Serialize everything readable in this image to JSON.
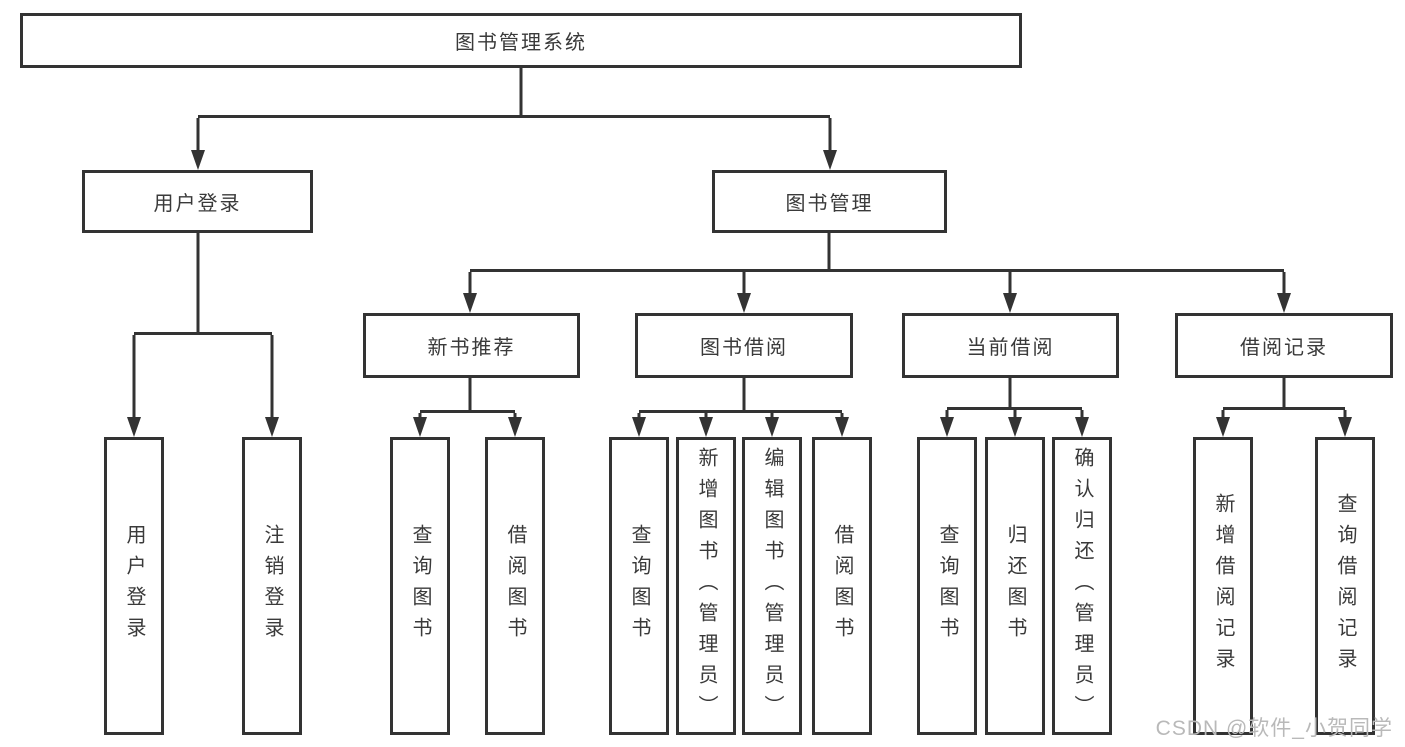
{
  "nodes": {
    "root": "图书管理系统",
    "user_login": "用户登录",
    "book_mgmt": "图书管理",
    "new_books": "新书推荐",
    "book_borrow": "图书借阅",
    "current_borrow": "当前借阅",
    "borrow_records": "借阅记录",
    "leaf_user_login": "用户登录",
    "leaf_logout": "注销登录",
    "leaf_nb_query": "查询图书",
    "leaf_nb_borrow": "借阅图书",
    "leaf_bb_query": "查询图书",
    "leaf_bb_add": "新增图书（管理员）",
    "leaf_bb_edit": "编辑图书（管理员）",
    "leaf_bb_borrow": "借阅图书",
    "leaf_cb_query": "查询图书",
    "leaf_cb_return": "归还图书",
    "leaf_cb_confirm": "确认归还（管理员）",
    "leaf_br_add": "新增借阅记录",
    "leaf_br_query": "查询借阅记录"
  },
  "watermark": "CSDN @软件_小贺同学",
  "colors": {
    "line": "#333333",
    "text": "#3a3a3a",
    "watermark": "#b9b9b9",
    "background": "#ffffff"
  }
}
